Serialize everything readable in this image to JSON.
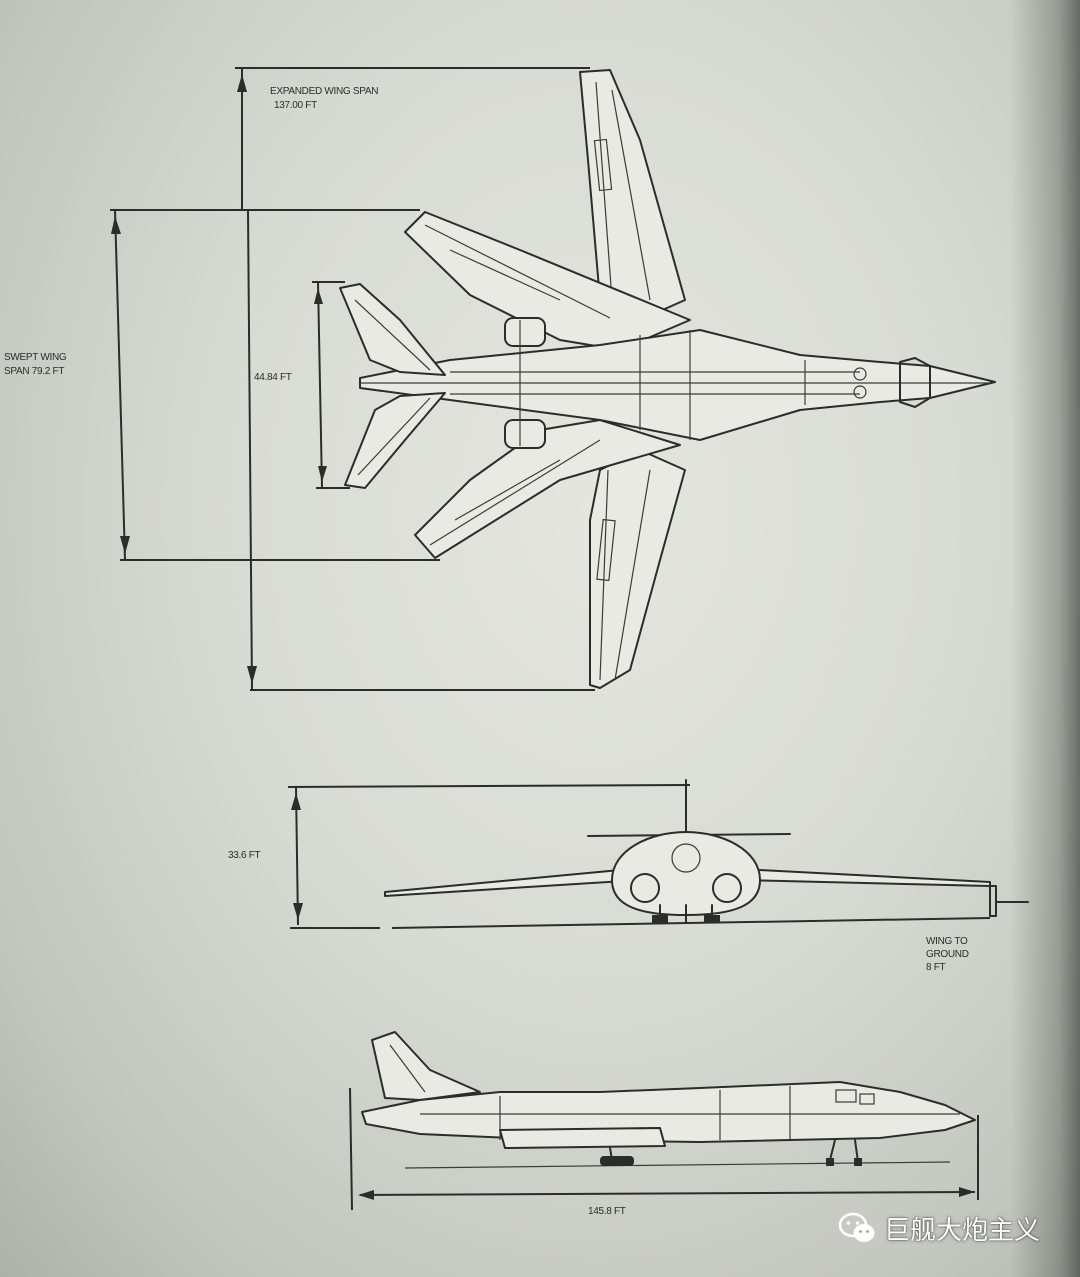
{
  "diagram": {
    "top_view": {
      "expanded_span_label_1": "EXPANDED WING SPAN",
      "expanded_span_label_2": "137.00 FT",
      "swept_span_label_1": "SWEPT WING",
      "swept_span_label_2": "SPAN 79.2 FT",
      "tail_span_label": "44.84 FT"
    },
    "front_view": {
      "height_label": "33.6 FT",
      "wing_ground_label_1": "WING TO",
      "wing_ground_label_2": "GROUND",
      "wing_ground_label_3": "8 FT"
    },
    "side_view": {
      "length_label": "145.8 FT"
    }
  },
  "watermark": {
    "icon": "wechat-icon",
    "text": "巨舰大炮主义"
  }
}
